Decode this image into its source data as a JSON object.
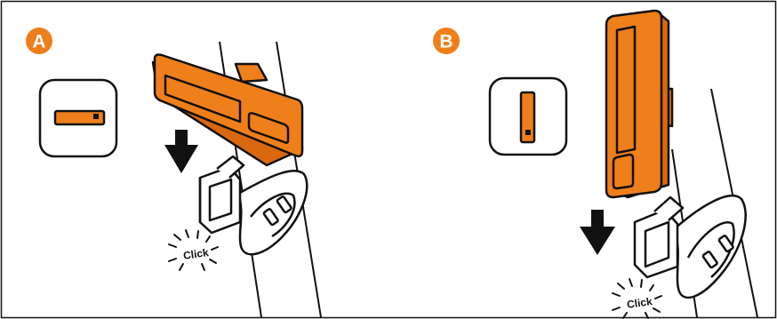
{
  "colors": {
    "accent": "#ef7f1a",
    "outline": "#111111",
    "background": "#ffffff"
  },
  "panels": [
    {
      "badge": "A",
      "click_label": "Click",
      "orientation": "horizontal"
    },
    {
      "badge": "B",
      "click_label": "Click",
      "orientation": "vertical"
    }
  ],
  "icons": [
    "orientation-horizontal-icon",
    "orientation-vertical-icon",
    "down-arrow-icon",
    "click-burst-icon"
  ]
}
